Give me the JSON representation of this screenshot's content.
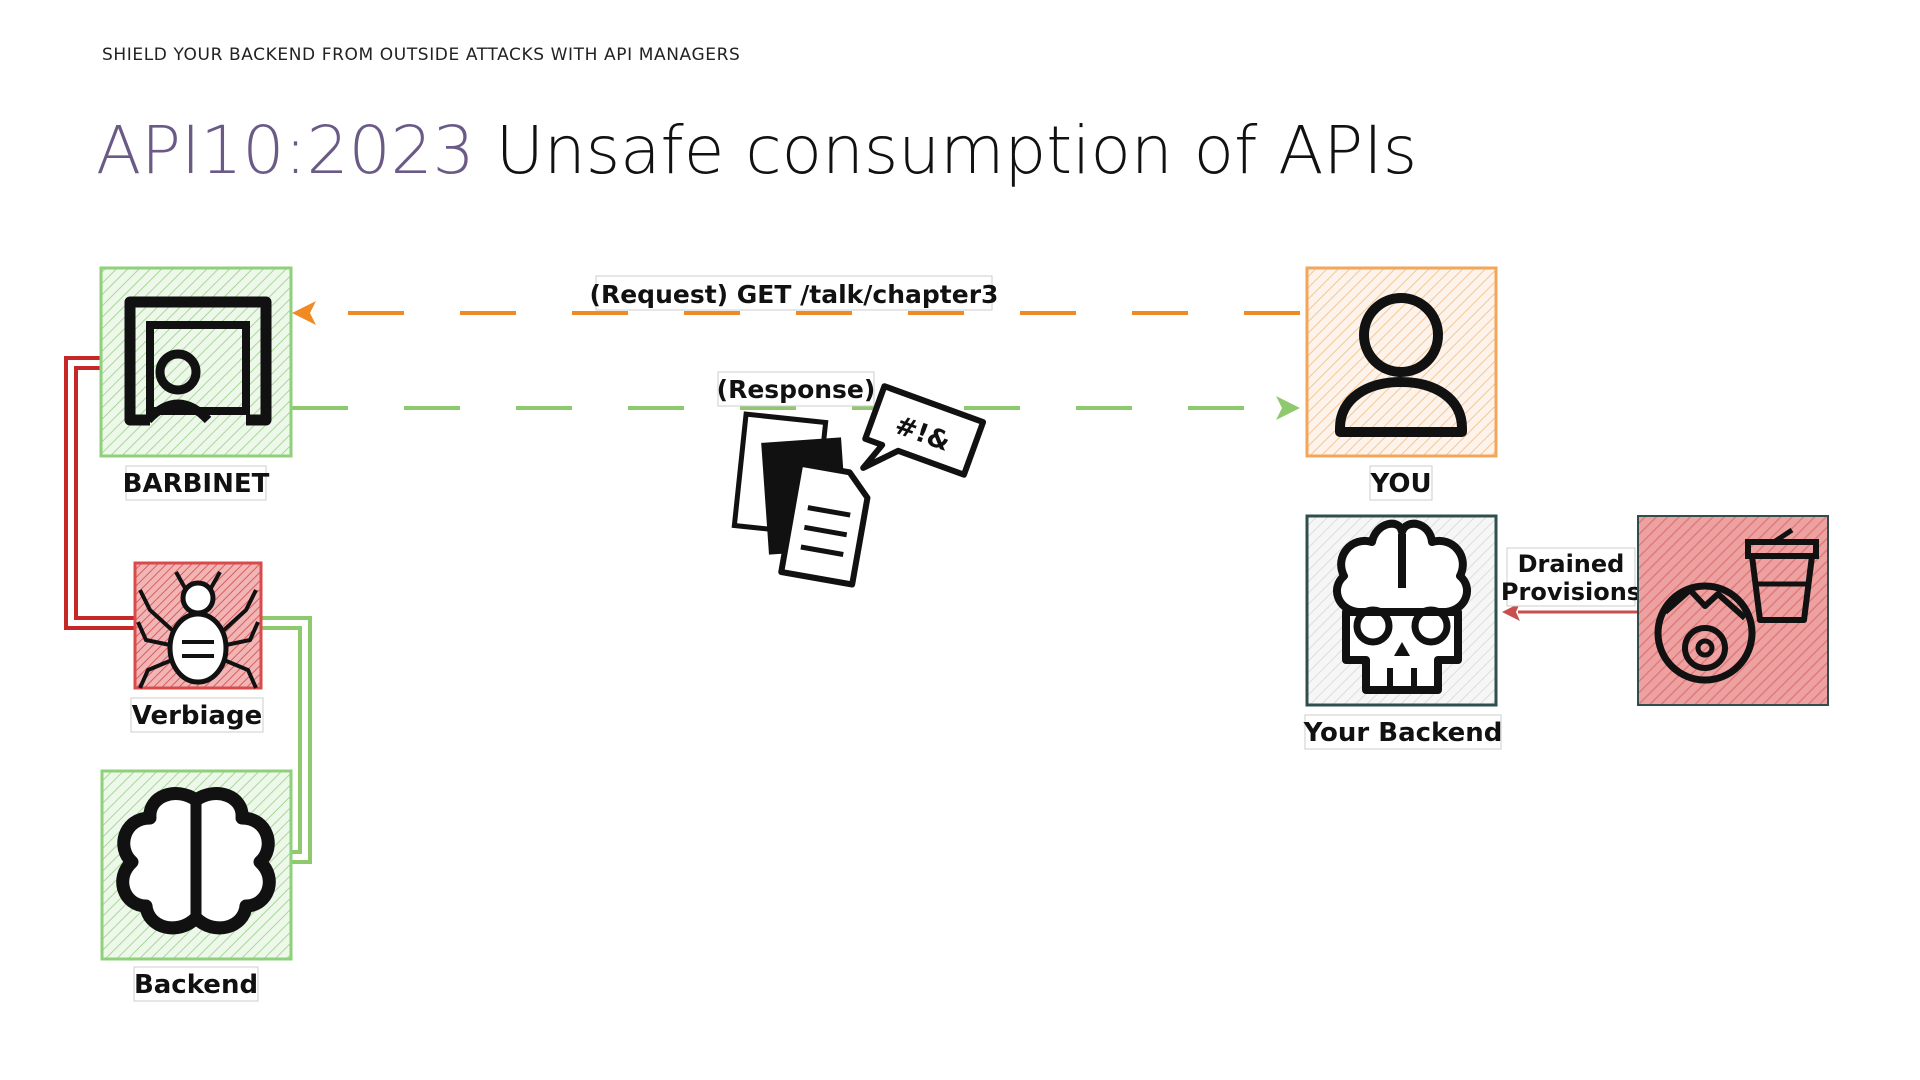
{
  "header": {
    "kicker": "SHIELD YOUR BACKEND FROM OUTSIDE ATTACKS WITH API MANAGERS",
    "title_code": "API10:2023",
    "title_text": "Unsafe consumption of APIs"
  },
  "nodes": {
    "barbinet": {
      "label": "BARBINET",
      "icon": "presenter-screen-icon",
      "color": "#8fd07a"
    },
    "verbiage": {
      "label": "Verbiage",
      "icon": "spider-icon",
      "color": "#d94a4a"
    },
    "backend": {
      "label": "Backend",
      "icon": "brain-icon",
      "color": "#8fd07a"
    },
    "you": {
      "label": "YOU",
      "icon": "user-icon",
      "color": "#f2a65a"
    },
    "your_backend": {
      "label": "Your Backend",
      "icon": "skull-brain-icon",
      "color": "#2f4f4f"
    },
    "provisions": {
      "icon": "coffee-cup-donut-icon",
      "color": "#e07b7b"
    }
  },
  "edges": {
    "request": {
      "label": "(Request) GET /talk/chapter3",
      "color": "#f08a24"
    },
    "response": {
      "label": "(Response)",
      "color": "#8fc96e"
    },
    "drained": {
      "line1": "Drained",
      "line2": "Provisions",
      "color": "#c94f4f"
    }
  },
  "decor": {
    "curse_text": "#!&"
  }
}
